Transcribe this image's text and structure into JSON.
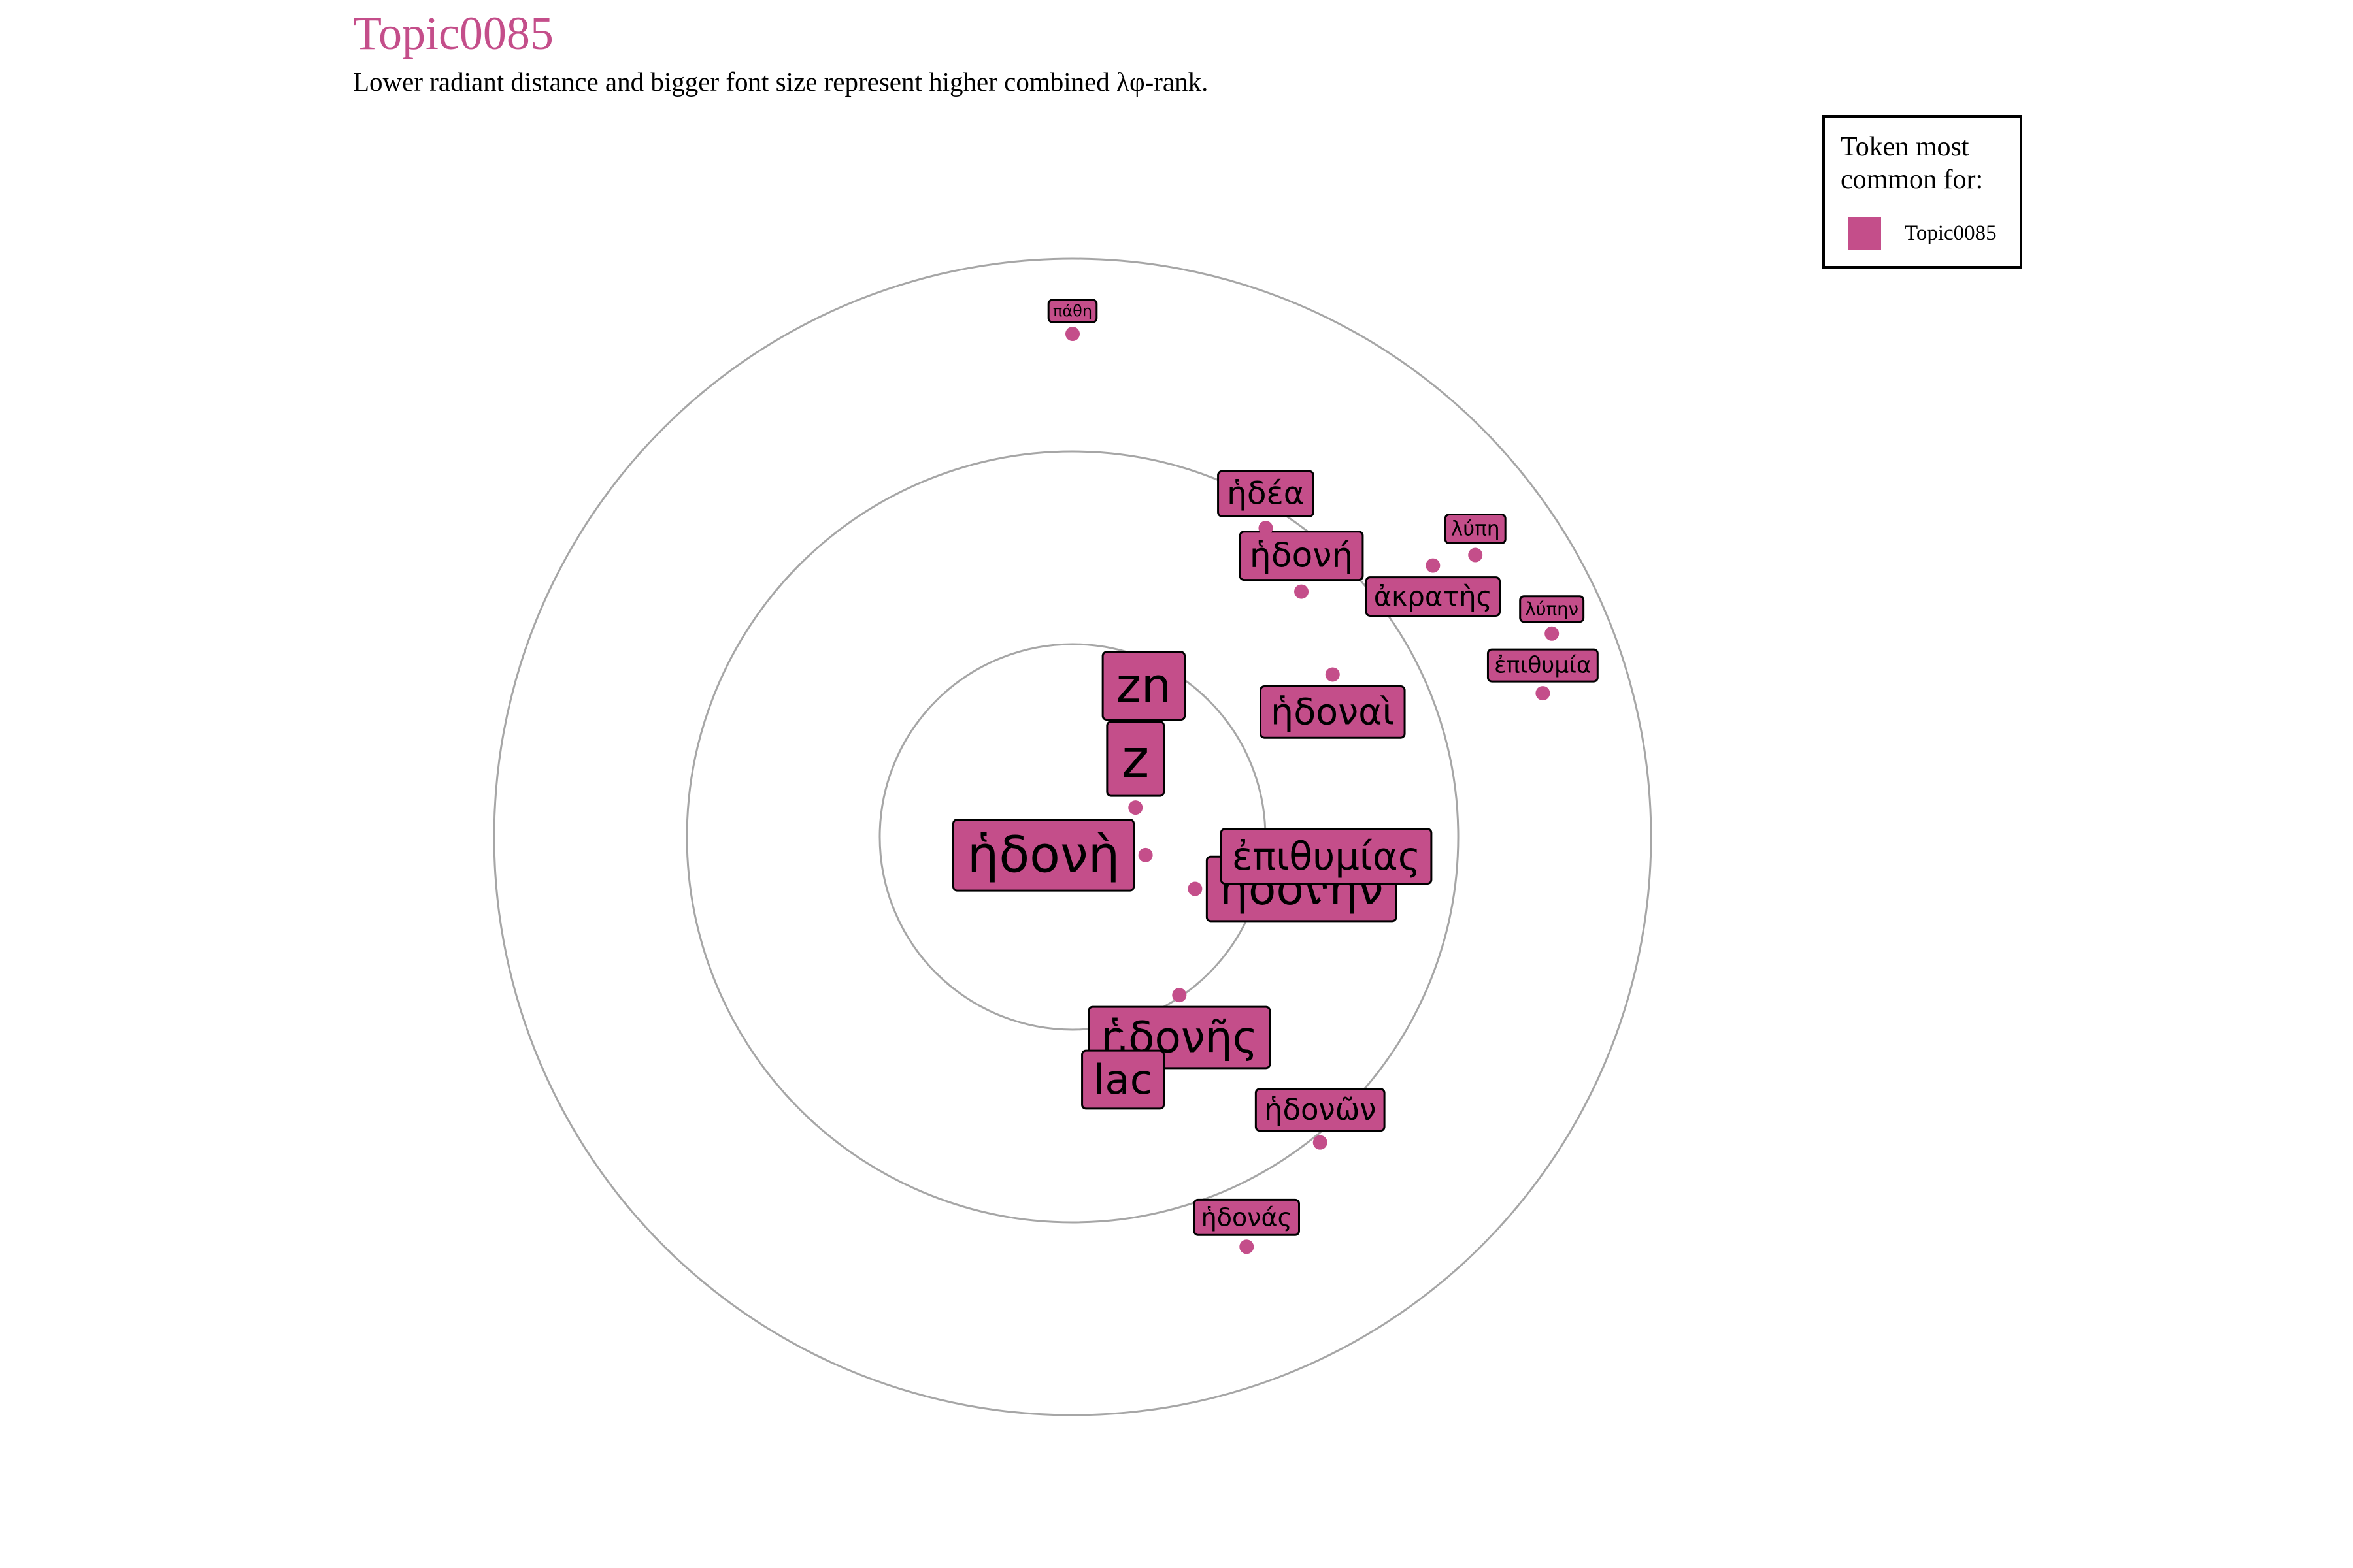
{
  "title": "Topic0085",
  "subtitle": "Lower radiant distance and bigger font size represent higher combined λφ-rank.",
  "legend": {
    "title": "Token most common for:",
    "entries": [
      {
        "name": "Topic0085",
        "color": "#c44e8a"
      }
    ]
  },
  "colors": {
    "accent": "#c44e8a",
    "ring": "#a6a6a6"
  },
  "chart_data": {
    "type": "scatter",
    "coordinate_system": "polar",
    "title": "Topic0085",
    "subtitle": "Lower radiant distance and bigger font size represent higher combined λφ-rank.",
    "rings": 3,
    "series": [
      {
        "name": "Topic0085",
        "points": [
          {
            "token": "z",
            "rank": 1,
            "angle_deg": 65,
            "distance": 0.12,
            "label_dir": "up"
          },
          {
            "token": "ἡδονὴ",
            "rank": 2,
            "angle_deg": 104,
            "distance": 0.13,
            "label_dir": "left"
          },
          {
            "token": "zn",
            "rank": 3,
            "angle_deg": 34,
            "distance": 0.22,
            "label_dir": "up"
          },
          {
            "token": "ἡδονὴν",
            "rank": 4,
            "angle_deg": 113,
            "distance": 0.23,
            "label_dir": "right"
          },
          {
            "token": "ἡδονῆς",
            "rank": 5,
            "angle_deg": 146,
            "distance": 0.33,
            "label_dir": "down"
          },
          {
            "token": "lac",
            "rank": 6,
            "angle_deg": 166,
            "distance": 0.36,
            "label_dir": "down"
          },
          {
            "token": "ἐπιθυμίας",
            "rank": 7,
            "angle_deg": 103,
            "distance": 0.45,
            "label_dir": "up"
          },
          {
            "token": "ἡδοναὶ",
            "rank": 8,
            "angle_deg": 58,
            "distance": 0.53,
            "label_dir": "down"
          },
          {
            "token": "ἡδονή",
            "rank": 9,
            "angle_deg": 43,
            "distance": 0.58,
            "label_dir": "up"
          },
          {
            "token": "ἡδέα",
            "rank": 10,
            "angle_deg": 32,
            "distance": 0.63,
            "label_dir": "up"
          },
          {
            "token": "ἡδονῶν",
            "rank": 11,
            "angle_deg": 141,
            "distance": 0.68,
            "label_dir": "up"
          },
          {
            "token": "ἀκρατὴς",
            "rank": 12,
            "angle_deg": 53,
            "distance": 0.78,
            "label_dir": "down"
          },
          {
            "token": "ἡδονάς",
            "rank": 13,
            "angle_deg": 157,
            "distance": 0.77,
            "label_dir": "up"
          },
          {
            "token": "ἐπιθυμία",
            "rank": 14,
            "angle_deg": 73,
            "distance": 0.85,
            "label_dir": "up"
          },
          {
            "token": "λύπη",
            "rank": 15,
            "angle_deg": 55,
            "distance": 0.85,
            "label_dir": "up"
          },
          {
            "token": "λύπην",
            "rank": 16,
            "angle_deg": 67,
            "distance": 0.9,
            "label_dir": "up"
          },
          {
            "token": "πάθη",
            "rank": 17,
            "angle_deg": 360,
            "distance": 0.87,
            "label_dir": "up"
          }
        ]
      }
    ]
  }
}
